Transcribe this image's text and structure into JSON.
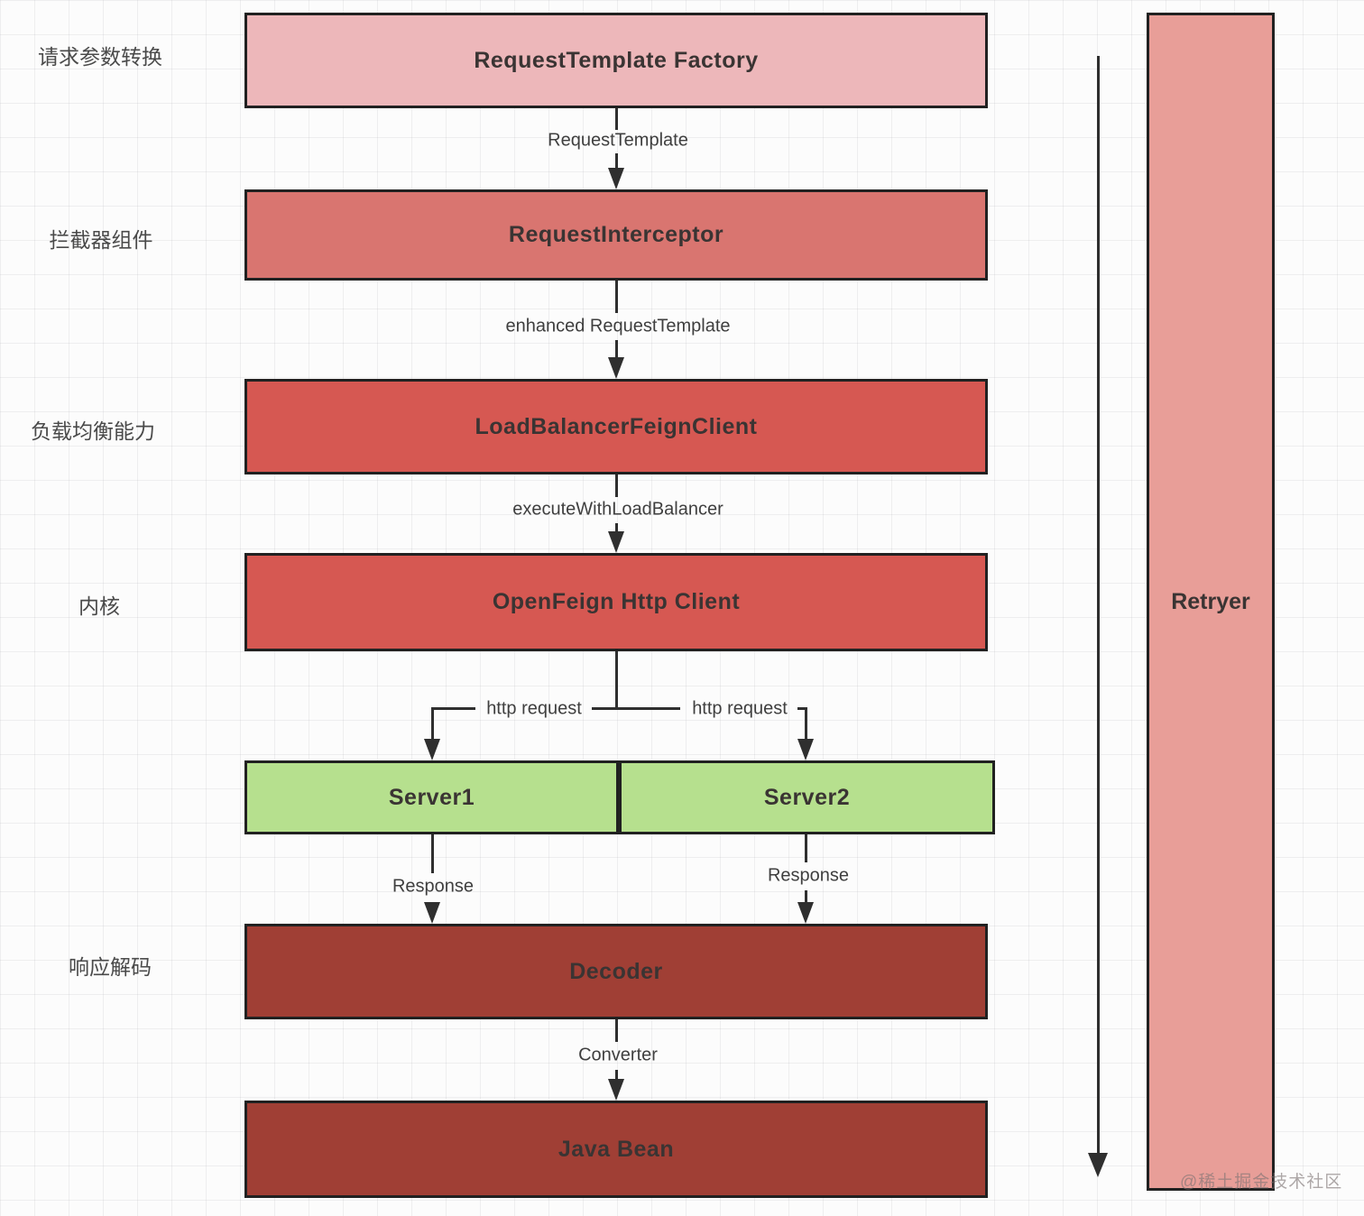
{
  "side_labels": [
    "请求参数转换",
    "拦截器组件",
    "负载均衡能力",
    "内核",
    "响应解码"
  ],
  "nodes": {
    "factory": "RequestTemplate Factory",
    "interceptor": "RequestInterceptor",
    "load_balancer": "LoadBalancerFeignClient",
    "http_client": "OpenFeign Http Client",
    "server1": "Server1",
    "server2": "Server2",
    "decoder": "Decoder",
    "java_bean": "Java Bean",
    "retryer": "Retryer"
  },
  "edges": {
    "request_template": "RequestTemplate",
    "enhanced_request_template": "enhanced RequestTemplate",
    "execute_with_load_balancer": "executeWithLoadBalancer",
    "http_request_left": "http request",
    "http_request_right": "http request",
    "response_left": "Response",
    "response_right": "Response",
    "converter": "Converter"
  },
  "watermark": "@稀土掘金技术社区",
  "colors": {
    "factory": "#edb7ba",
    "interceptor": "#d97570",
    "core_red": "#d65852",
    "server_green": "#b6e08e",
    "dark_red": "#a03f35",
    "retryer": "#e89e98"
  }
}
